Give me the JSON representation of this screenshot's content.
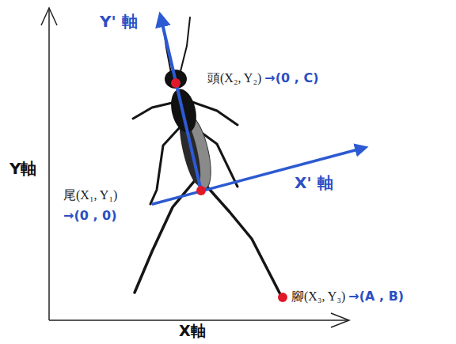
{
  "diagram": {
    "labels": [
      "Y' 軸",
      "頭(X₂, Y₂)",
      "→(0 , C)",
      "X' 軸",
      "Y軸",
      "尾(X₁, Y₁)",
      "→(0 , 0)",
      "腳(X₃, Y₃)",
      "→(A , B)",
      "X軸"
    ]
  }
}
